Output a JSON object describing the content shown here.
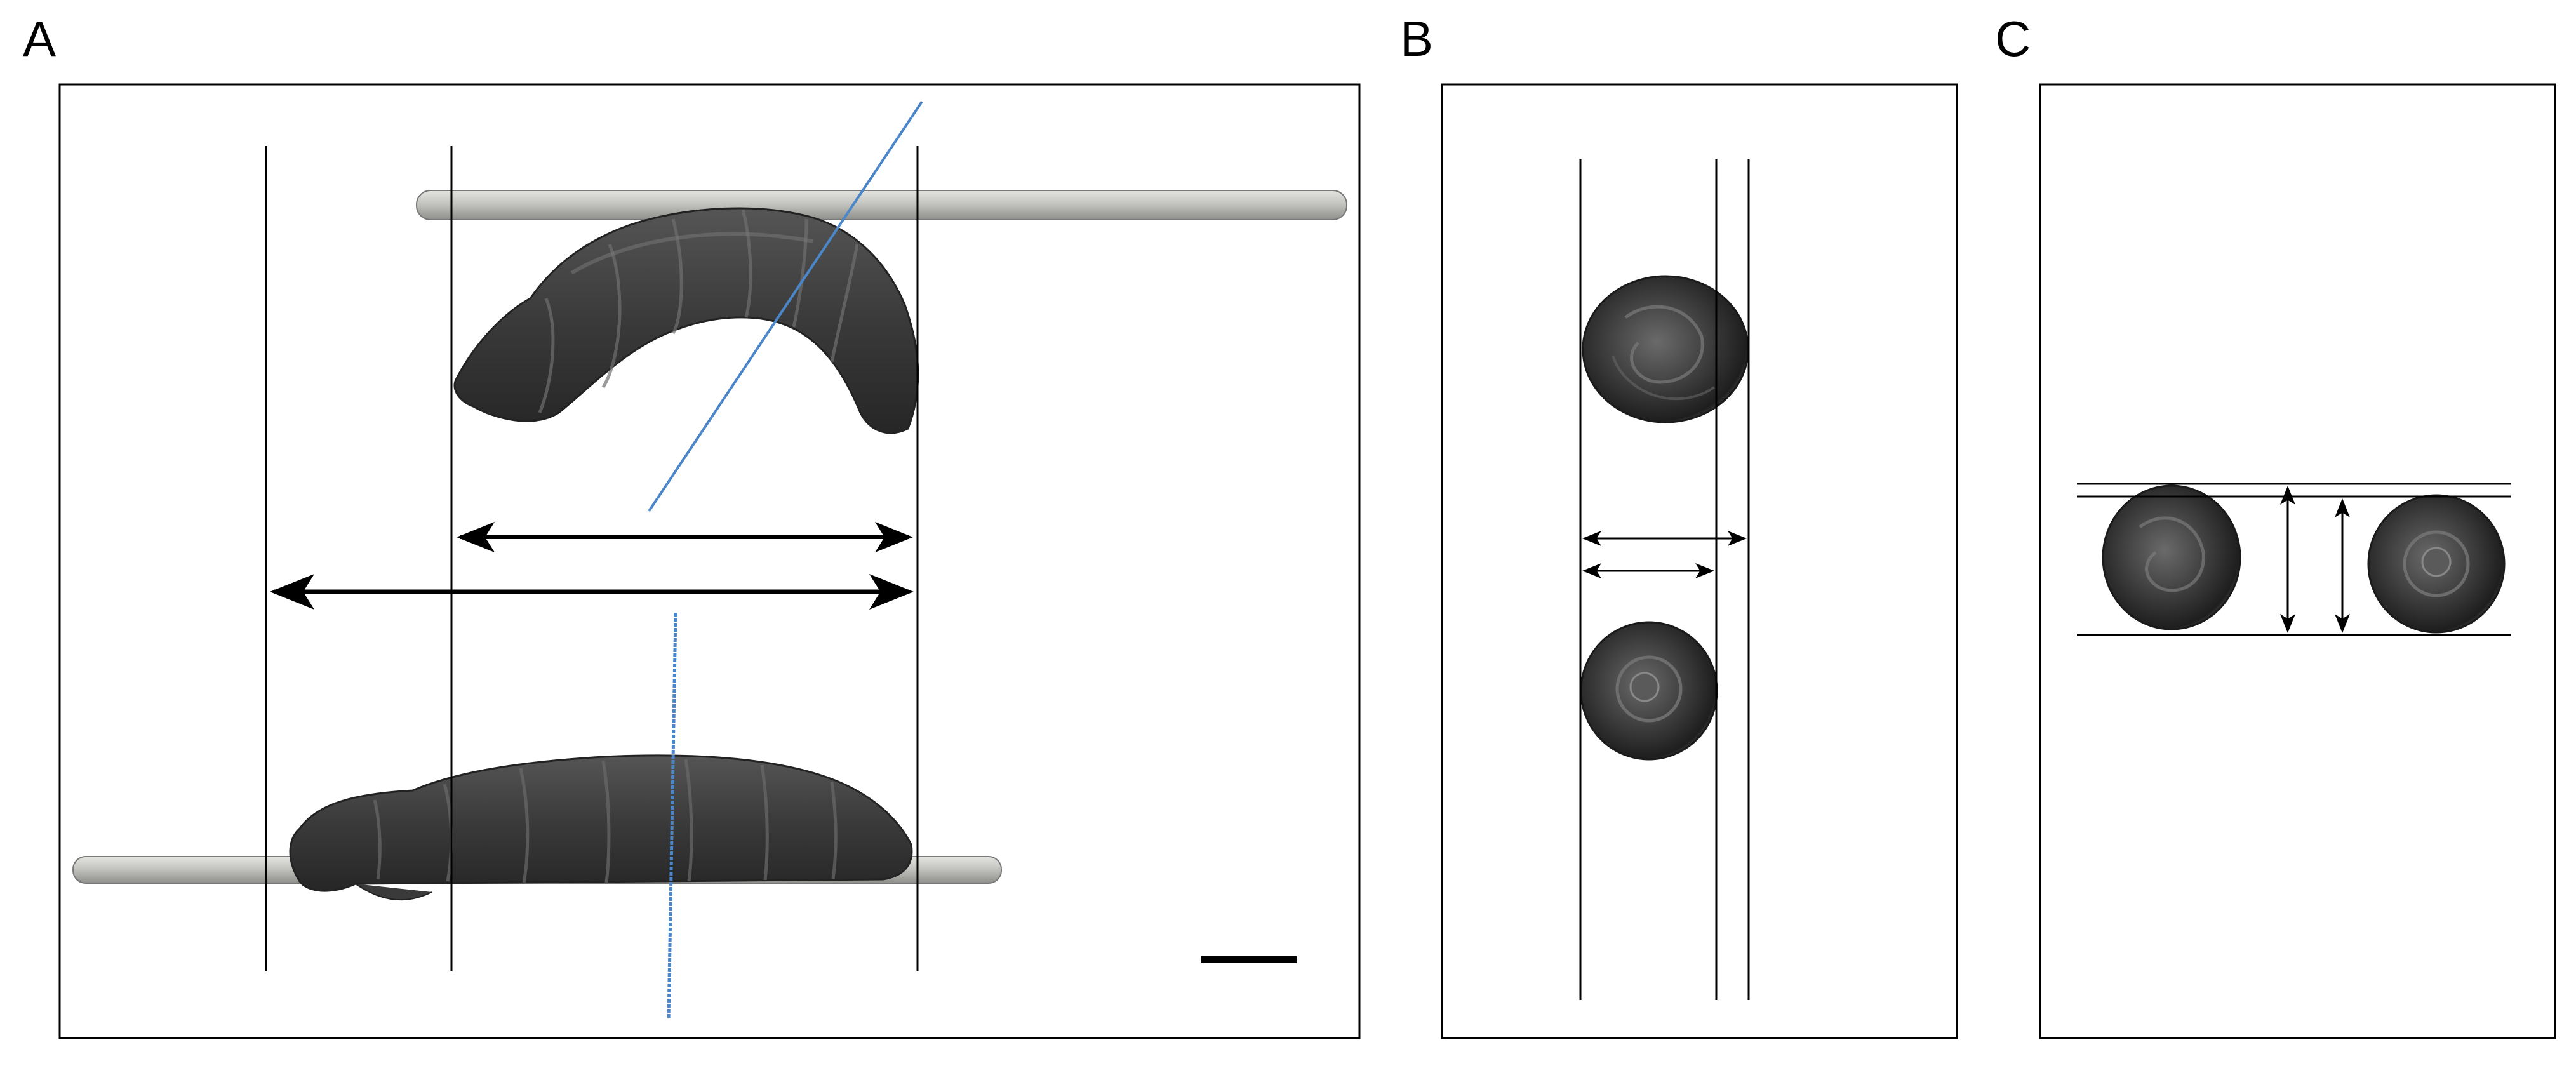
{
  "figure": {
    "panels": [
      {
        "id": "a",
        "label": "A"
      },
      {
        "id": "b",
        "label": "B"
      },
      {
        "id": "c",
        "label": "C"
      }
    ],
    "colors": {
      "frame": "#000000",
      "guide_line": "#000000",
      "section_line": "#4a86c8",
      "specimen_dark": "#2e2e2e",
      "specimen_light": "#8a8a8a",
      "rod": "#b9b9b6"
    }
  }
}
